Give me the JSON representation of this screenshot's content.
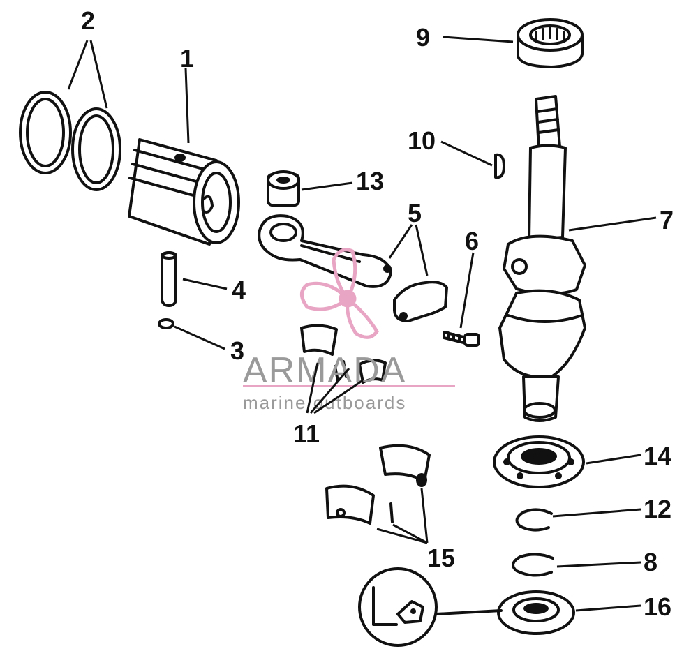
{
  "callouts": [
    {
      "id": "1",
      "label": "1"
    },
    {
      "id": "2",
      "label": "2"
    },
    {
      "id": "3",
      "label": "3"
    },
    {
      "id": "4",
      "label": "4"
    },
    {
      "id": "5",
      "label": "5"
    },
    {
      "id": "6",
      "label": "6"
    },
    {
      "id": "7",
      "label": "7"
    },
    {
      "id": "8",
      "label": "8"
    },
    {
      "id": "9",
      "label": "9"
    },
    {
      "id": "10",
      "label": "10"
    },
    {
      "id": "11",
      "label": "11"
    },
    {
      "id": "12",
      "label": "12"
    },
    {
      "id": "13",
      "label": "13"
    },
    {
      "id": "14",
      "label": "14"
    },
    {
      "id": "15",
      "label": "15"
    },
    {
      "id": "16",
      "label": "16"
    }
  ],
  "watermark": {
    "title": "ARMADA",
    "subtitle": "marine outboards",
    "logo_color": "#e8a6c4",
    "text_color": "#9a9a9a"
  },
  "colors": {
    "ink": "#111111",
    "background": "#ffffff"
  }
}
